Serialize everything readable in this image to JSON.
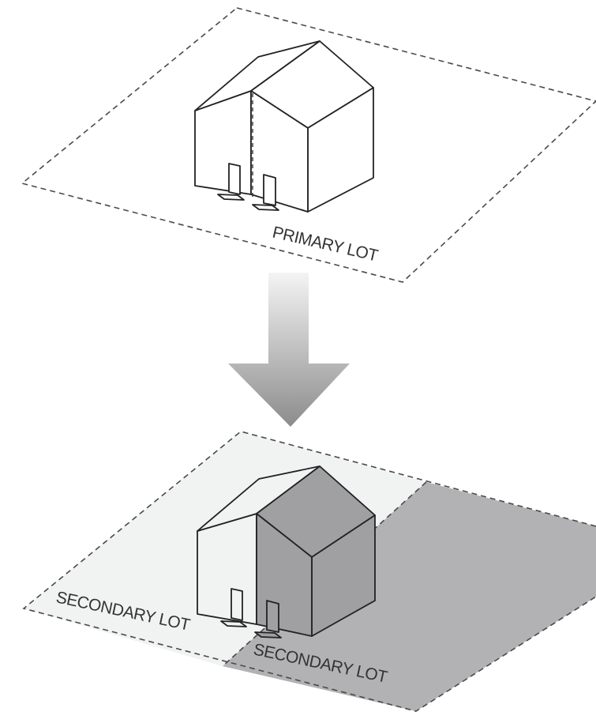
{
  "labels": {
    "primary_lot": "PRIMARY LOT",
    "secondary_lot_left": "SECONDARY LOT",
    "secondary_lot_right": "SECONDARY LOT"
  },
  "colors": {
    "outline": "#222222",
    "dashed_line": "#4a4a4a",
    "light_lot_fill": "#f1f2f2",
    "dark_lot_fill": "#b2b2b4",
    "dark_house_fill": "#a0a0a3",
    "arrow_top": "#f4f4f4",
    "arrow_bottom": "#8c8c8c"
  }
}
